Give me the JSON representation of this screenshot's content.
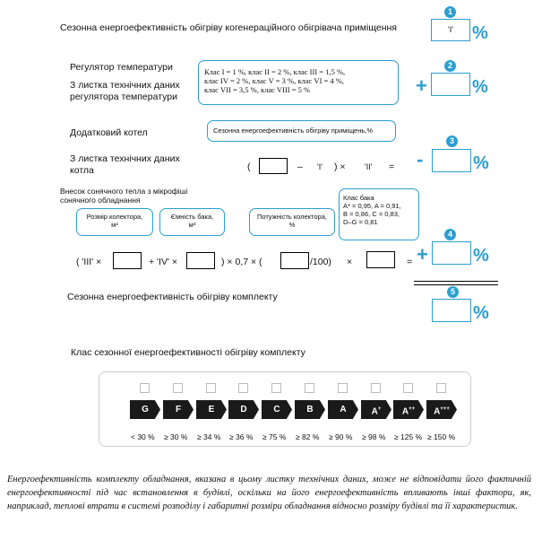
{
  "row1": {
    "title": "Сезонна енергоефективність обігріву когенераційного обігрівача приміщення",
    "step": "1",
    "value": "'I'",
    "pct": "%"
  },
  "row2": {
    "label1": "Регулятор температури",
    "label2": "З листка технічних даних",
    "label3": "регулятора температури",
    "classes_line1": "Клас I = 1 %, клас II = 2 %, клас III = 1,5 %,",
    "classes_line2": "клас IV = 2 %, клас V = 3 %, клас VI = 4 %,",
    "classes_line3": "клас VII = 3,5 %, клас VIII = 5 %",
    "step": "2",
    "plus": "+",
    "pct": "%"
  },
  "row3": {
    "label1": "Додатковий котел",
    "callout": "Сезонна енергоефективність обігріву приміщень,%",
    "label2": "З листка технічних даних",
    "label3": "котла",
    "open": "(",
    "minus_op": "–",
    "ref1": "'I'",
    "close_times": ")  ×",
    "ref2": "'II'",
    "eq": "=",
    "step": "3",
    "minus": "-",
    "pct": "%"
  },
  "row4": {
    "title1": "Внесок сонячного тепла з мікрофіші",
    "title2": "сонячного обладнання",
    "collector_area_1": "Розмір колектора,",
    "collector_area_2": "м²",
    "tank_volume_1": "Ємність бака,",
    "tank_volume_2": "м³",
    "collector_power_1": "Потужність колектора,",
    "collector_power_2": "%",
    "tank_class_title": "Клас бака",
    "tank_class_1": "A* = 0,95,  A = 0,91,",
    "tank_class_2": "B = 0,86,  C = 0,83,",
    "tank_class_3": "D–G = 0,81",
    "f_open": "( 'III' ×",
    "f_plus": "+ 'IV' ×",
    "f_mid": ")  × 0,7 × (",
    "f_div": "/100)",
    "f_times": "×",
    "f_eq": "=",
    "step": "4",
    "plus": "+",
    "pct": "%"
  },
  "row5": {
    "title": "Сезонна енергоефективність обігріву комплекту",
    "step": "5",
    "pct": "%"
  },
  "classes": {
    "title": "Клас сезонної енергоефективності обігріву комплекту",
    "labels": [
      "G",
      "F",
      "E",
      "D",
      "C",
      "B",
      "A",
      "A",
      "A",
      "A"
    ],
    "sup": [
      "",
      "",
      "",
      "",
      "",
      "",
      "",
      "+",
      "++",
      "+++"
    ],
    "thresholds": [
      "< 30 %",
      "≥ 30 %",
      "≥ 34 %",
      "≥ 36 %",
      "≥ 75 %",
      "≥ 82 %",
      "≥ 90 %",
      "≥ 98 %",
      "≥ 125 %",
      "≥ 150 %"
    ]
  },
  "footnote": "Енергоефективність комплекту обладнання, вказана в цьому листку технічних даних, може не відповідати його фактичній енергоефективності під час встановлення в будівлі, оскільки на його енергоефективність впливають інші фактори, як, наприклад, теплові втрати в системі розподілу і габаритні розміри обладнання відносно  розміру будівлі та її характеристик.",
  "colors": {
    "accent": "#2a9fd0",
    "class_fill": "#1a1a1a"
  }
}
